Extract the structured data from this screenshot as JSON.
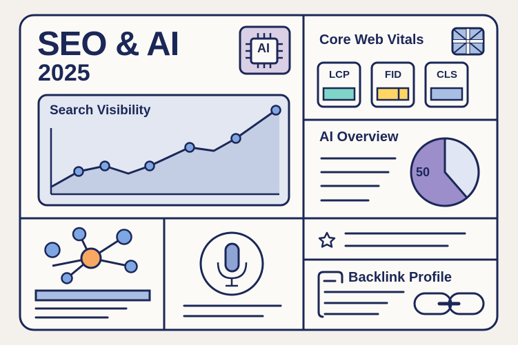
{
  "hero": {
    "title": "SEO & AI",
    "year": "2025",
    "icon": "ai-chip-icon",
    "chip_label": "AI"
  },
  "search_visibility": {
    "title": "Search Visibility"
  },
  "core_web_vitals": {
    "title": "Core Web Vitals",
    "icon": "grid-flag-icon",
    "metrics": [
      {
        "label": "LCP",
        "color": "#7fd5c8"
      },
      {
        "label": "FID",
        "color": "#ffd665"
      },
      {
        "label": "CLS",
        "color": "#a8bfe3"
      }
    ]
  },
  "ai_overview": {
    "title": "AI Overview",
    "pie_value": "50",
    "pie_colors": {
      "primary": "#9b8ecb",
      "secondary": "#e0e6f3"
    }
  },
  "featured": {
    "icon": "star-icon"
  },
  "backlinks": {
    "title": "Backlink Profile",
    "icons": [
      "document-icon",
      "link-chain-icon"
    ]
  },
  "knowledge_graph": {
    "icon": "network-graph-icon"
  },
  "voice_search": {
    "icon": "microphone-icon"
  },
  "colors": {
    "ink": "#1b2757",
    "background": "#f4f1ec",
    "panel": "#fcfaf6",
    "chart_bg": "#e2e7f2",
    "chart_fill": "#c3cee4",
    "node_blue": "#7ea6e3",
    "node_orange": "#f8a861",
    "chip_bg": "#d9d0e6"
  },
  "chart_data": {
    "type": "area",
    "title": "Search Visibility",
    "xlabel": "",
    "ylabel": "",
    "x": [
      0,
      1,
      2,
      3,
      4,
      5,
      6,
      7,
      8
    ],
    "values": [
      10,
      22,
      26,
      20,
      26,
      40,
      38,
      47,
      68
    ],
    "markers_at": [
      1,
      2,
      4,
      5,
      7,
      8
    ],
    "grid": false,
    "legend": "none"
  }
}
